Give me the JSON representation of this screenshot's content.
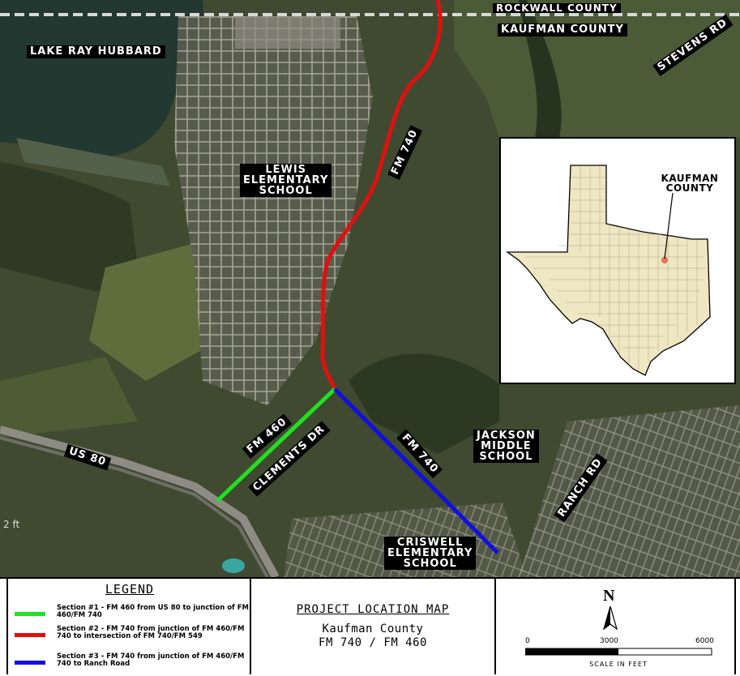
{
  "map_labels": {
    "county_top": "ROCKWALL COUNTY",
    "county_main": "KAUFMAN COUNTY",
    "stevens": "STEVENS RD",
    "lake": "LAKE RAY HUBBARD",
    "lewis": [
      "LEWIS",
      "ELEMENTARY",
      "SCHOOL"
    ],
    "fm740_north": "FM 740",
    "fm460": "FM 460",
    "clements": "CLEMENTS DR",
    "us80": "US 80",
    "fm740_south": "FM 740",
    "jackson": [
      "JACKSON",
      "MIDDLE",
      "SCHOOL"
    ],
    "ranch": "RANCH RD",
    "criswell": [
      "CRISWELL",
      "ELEMENTARY",
      "SCHOOL"
    ],
    "scale_fragment": "2 ft"
  },
  "inset": {
    "label_line1": "KAUFMAN",
    "label_line2": "COUNTY",
    "highlight_color": "#e8735a",
    "state_fill": "#efe6c2"
  },
  "legend": {
    "title": "LEGEND",
    "items": [
      {
        "color": "#22e022",
        "text": "Section #1 - FM 460 from US 80 to junction of FM 460/FM 740"
      },
      {
        "color": "#e01010",
        "text": "Section #2 - FM 740 from junction of FM 460/FM 740 to intersection of FM 740/FM 549"
      },
      {
        "color": "#1010e0",
        "text": "Section #3 - FM 740 from junction of FM 460/FM 740 to Ranch Road"
      }
    ]
  },
  "title_block": {
    "title": "PROJECT LOCATION MAP",
    "county": "Kaufman County",
    "roads": "FM 740 / FM 460"
  },
  "scale": {
    "north": "N",
    "tick0": "0",
    "tick1": "3000",
    "tick2": "6000",
    "caption": "SCALE IN FEET"
  },
  "colors": {
    "section1": "#22e022",
    "section2": "#e01010",
    "section3": "#1010e0",
    "lake": "#223831",
    "land": "#3d4a2d"
  }
}
